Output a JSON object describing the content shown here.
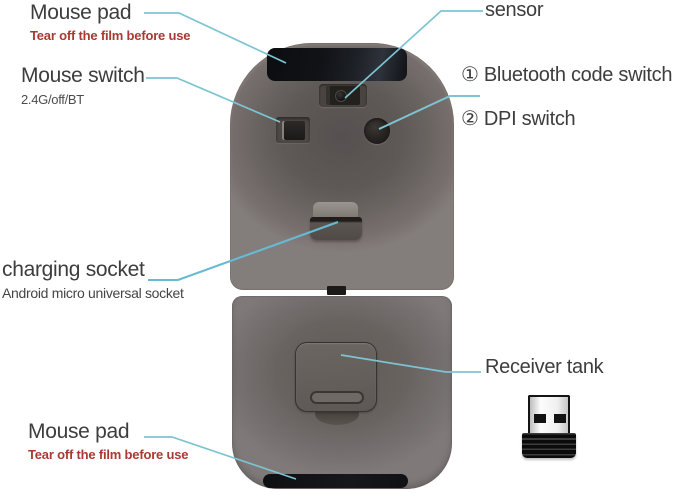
{
  "colors": {
    "background": "#ffffff",
    "leader_line": "#7cc4d2",
    "label_text": "#3e3d3d",
    "warning_text": "#a93a32",
    "body_taupe": "#6b6562",
    "glide_strip_black": "#14161b"
  },
  "labels": {
    "mouse_pad_top": {
      "title": "Mouse pad",
      "subtitle": "Tear off the film before use"
    },
    "sensor": {
      "title": "sensor"
    },
    "mouse_switch": {
      "title": "Mouse switch",
      "subtitle": "2.4G/off/BT"
    },
    "bluetooth_code_switch": {
      "title": "① Bluetooth code switch"
    },
    "dpi_switch": {
      "title": "② DPI switch"
    },
    "charging_socket": {
      "title": "charging socket",
      "subtitle": "Android micro universal socket"
    },
    "receiver_tank": {
      "title": "Receiver tank"
    },
    "mouse_pad_bottom": {
      "title": "Mouse pad",
      "subtitle": "Tear off the film before use"
    }
  }
}
